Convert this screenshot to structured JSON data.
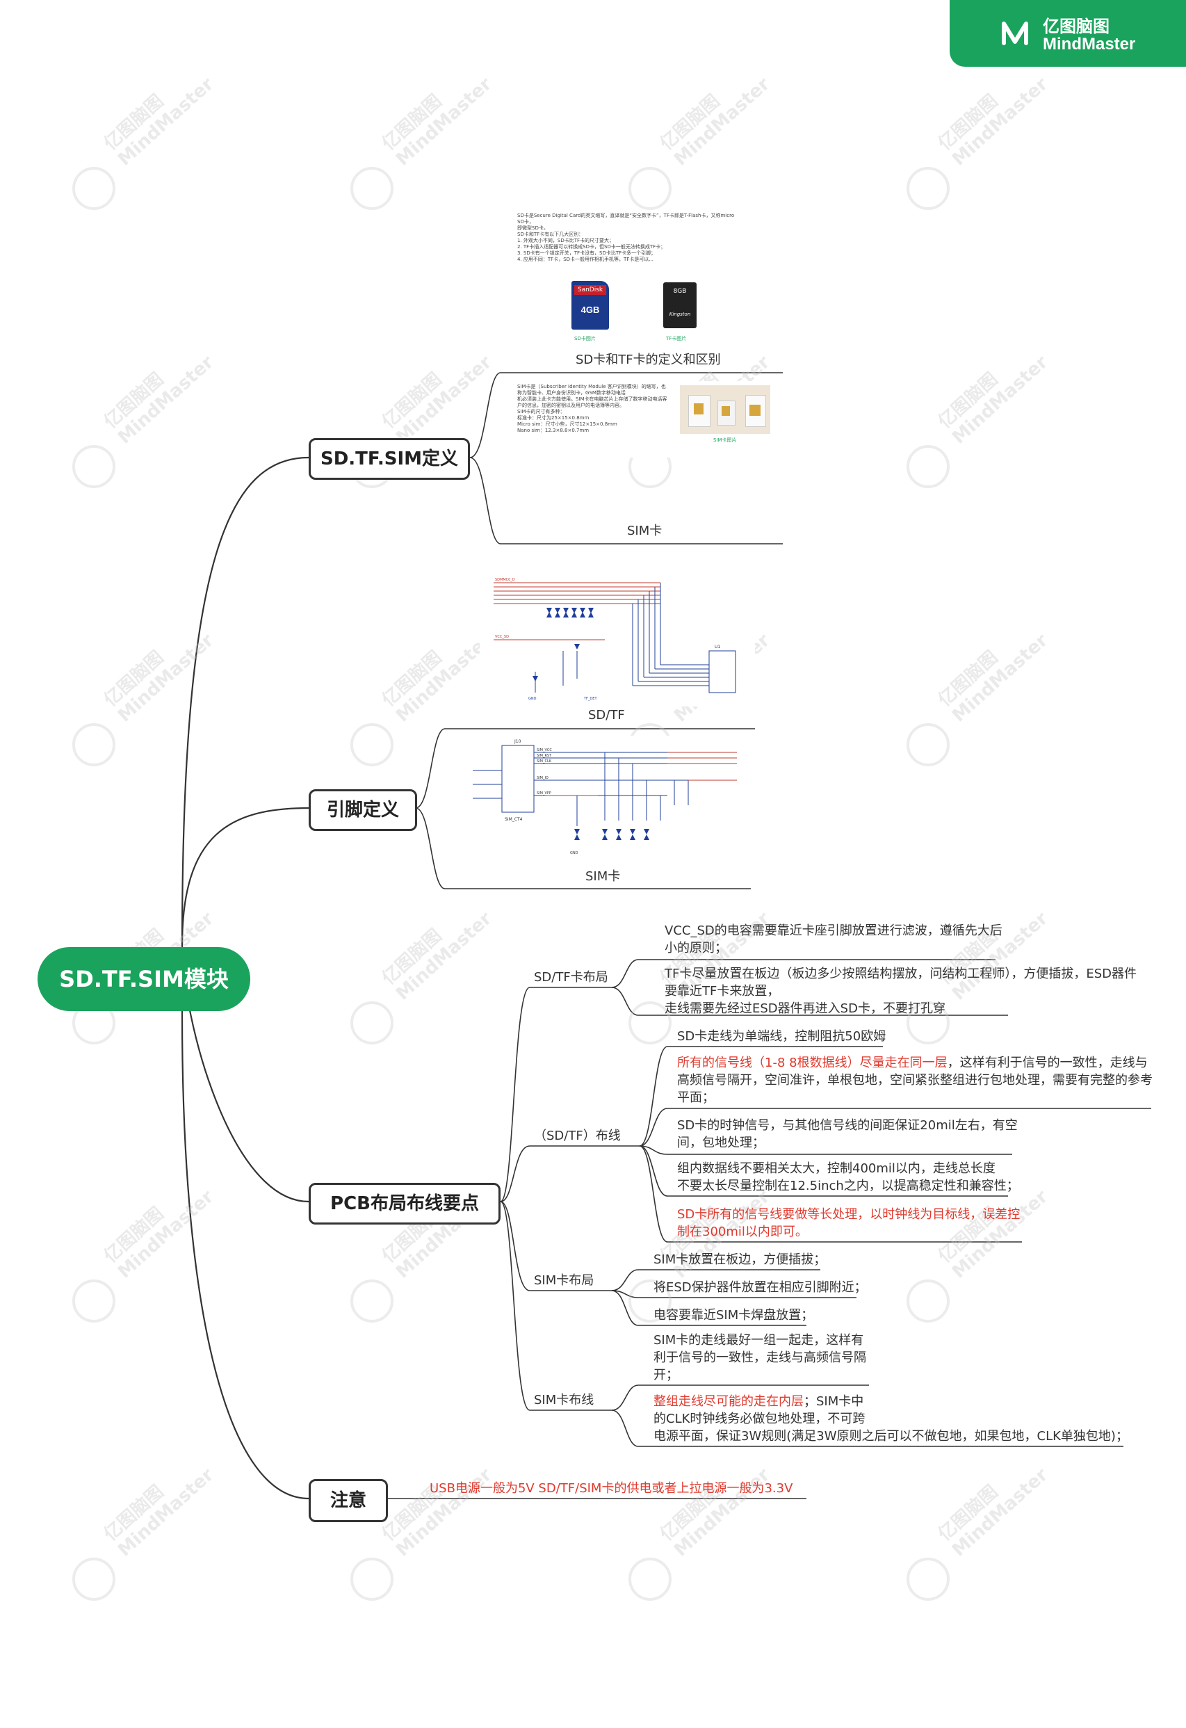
{
  "brand": {
    "name_cn": "亿图脑图",
    "name_en": "MindMaster",
    "logo_icon": "mindmaster-logo-icon",
    "color": "#1aa35c"
  },
  "watermark": {
    "line1": "亿图脑图",
    "line2": "MindMaster"
  },
  "root": {
    "label": "SD.TF.SIM模块"
  },
  "branches": [
    {
      "label": "SD.TF.SIM定义",
      "children": [
        {
          "label": "SD卡和TF卡的定义和区别"
        },
        {
          "label": "SIM卡"
        }
      ]
    },
    {
      "label": "引脚定义",
      "children": [
        {
          "label": "SD/TF"
        },
        {
          "label": "SIM卡"
        }
      ]
    },
    {
      "label": "PCB布局布线要点",
      "children": [
        {
          "label": "SD/TF卡布局",
          "items": [
            {
              "lines": [
                "VCC_SD的电容需要靠近卡座引脚放置进行滤波，遵循先大后",
                "小的原则；"
              ]
            },
            {
              "lines": [
                "TF卡尽量放置在板边（板边多少按照结构摆放，问结构工程师），方便插拔，ESD器件",
                "要靠近TF卡来放置，",
                "走线需要先经过ESD器件再进入SD卡，不要打孔穿"
              ]
            }
          ]
        },
        {
          "label": "（SD/TF）布线",
          "items": [
            {
              "lines": [
                "SD卡走线为单端线，控制阻抗50欧姆"
              ]
            },
            {
              "red_part": "所有的信号线（1-8 8根数据线）尽量走在同一层",
              "rest_part": "，这样有利于信号的一致性，走线与",
              "lines": [
                "高频信号隔开，空间准许，单根包地，空间紧张整组进行包地处理，需要有完整的参考",
                "平面；"
              ]
            },
            {
              "lines": [
                "SD卡的时钟信号，与其他信号线的间距保证20mil左右，有空",
                "间，包地处理；"
              ]
            },
            {
              "lines": [
                "组内数据线不要相关太大，控制400mil以内，走线总长度",
                "不要太长尽量控制在12.5inch之内，以提高稳定性和兼容性；"
              ]
            },
            {
              "red": true,
              "lines": [
                "SD卡所有的信号线要做等长处理，以时钟线为目标线，误差控",
                "制在300mil以内即可。"
              ]
            }
          ]
        },
        {
          "label": "SIM卡布局",
          "items": [
            {
              "lines": [
                "SIM卡放置在板边，方便插拔；"
              ]
            },
            {
              "lines": [
                "将ESD保护器件放置在相应引脚附近；"
              ]
            },
            {
              "lines": [
                "电容要靠近SIM卡焊盘放置；"
              ]
            }
          ]
        },
        {
          "label": "SIM卡布线",
          "items": [
            {
              "lines": [
                "SIM卡的走线最好一组一起走，这样有",
                "利于信号的一致性，走线与高频信号隔",
                "开；"
              ]
            },
            {
              "red_part": "整组走线尽可能的走在内层",
              "rest_part": "；SIM卡中",
              "lines": [
                "的CLK时钟线务必做包地处理，不可跨",
                "电源平面，保证3W规则(满足3W原则之后可以不做包地，如果包地，CLK单独包地)；"
              ]
            }
          ]
        }
      ]
    },
    {
      "label": "注意",
      "note": "USB电源一般为5V  SD/TF/SIM卡的供电或者上拉电源一般为3.3V"
    }
  ],
  "images": {
    "sd_doc": {
      "lines": [
        "SD卡是Secure Digital Card的英文缩写，直译就是“安全数字卡”，TF卡即是T-Flash卡，又称micro SD卡，",
        "即微型SD卡。",
        "SD卡和TF卡有以下几大区别：",
        "1. 外观大小不同，SD卡比TF卡的尺寸要大；",
        "2. TF卡插入适配器可以转换成SD卡，但SD卡一般无法转换成TF卡；",
        "3. SD卡有一个锁定开关，TF卡没有，SD卡比TF卡多一个引脚；",
        "4. 应用不同：TF卡，SD卡一般用作相机手机等，TF卡是可以..."
      ],
      "sd_card": {
        "brand": "SanDisk",
        "capacity": "4GB",
        "caption": "SD卡图片"
      },
      "tf_card": {
        "brand": "Kingston",
        "capacity": "8GB",
        "caption": "TF卡图片"
      }
    },
    "sim_doc": {
      "lines": [
        "SIM卡是（Subscriber Identity Module 客户识别模块）的缩写，也称为智能卡、用户身份识别卡，GSM数字移动电话",
        "机必须装上此卡方能使用。SIM卡在电脑芯片上存储了数字移动电话客户的信息，加密的密钥以及用户的电话簿等内容。",
        "SIM卡的尺寸有多种：",
        "标准卡：尺寸为25×15×0.8mm",
        "Micro sim：尺寸小些，尺寸12×15×0.8mm",
        "Nano sim：12.3×8.8×0.7mm"
      ],
      "caption": "SIM卡图片"
    },
    "sdtf_schematic": {
      "chip": "U1",
      "net_prefix": "SDMMC0_D",
      "labels": [
        "VCC_SD",
        "GND",
        "TF_DET"
      ]
    },
    "sim_schematic": {
      "chip": "J10",
      "part": "SIM_CT4",
      "labels": [
        "SIM_VCC",
        "SIM_RST",
        "SIM_CLK",
        "SIM_IO",
        "SIM_VPP",
        "GND"
      ]
    }
  },
  "colors": {
    "brand_green": "#1aa35c",
    "line": "#333333",
    "red_text": "#e03a2e",
    "schematic_red": "#c0392b",
    "schematic_blue": "#1f3f9a"
  }
}
